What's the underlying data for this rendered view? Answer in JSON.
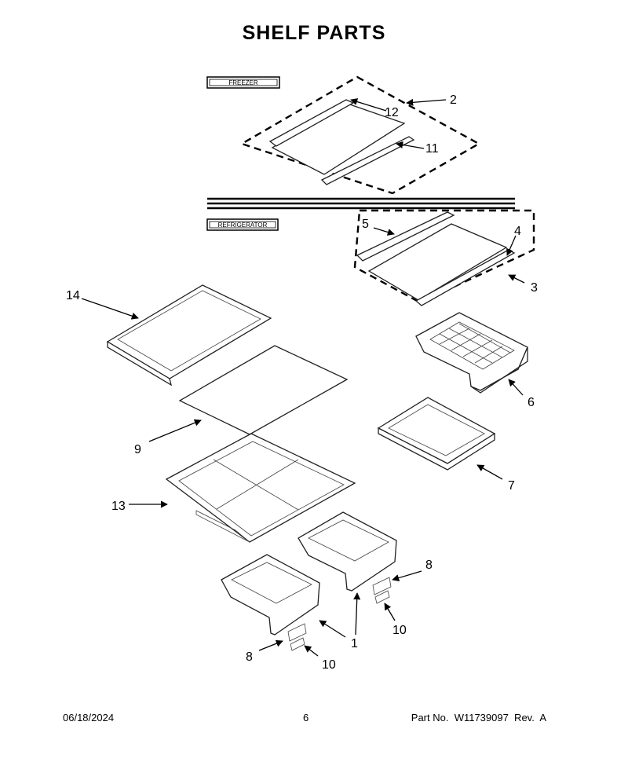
{
  "title": "SHELF PARTS",
  "sections": {
    "freezer": "FREEZER",
    "refrigerator": "REFRIGERATOR"
  },
  "callouts": {
    "c1": "1",
    "c2": "2",
    "c3": "3",
    "c4": "4",
    "c5": "5",
    "c6": "6",
    "c7": "7",
    "c8a": "8",
    "c8b": "8",
    "c9": "9",
    "c10a": "10",
    "c10b": "10",
    "c11": "11",
    "c12": "12",
    "c13": "13",
    "c14": "14"
  },
  "footer": {
    "date": "06/18/2024",
    "page": "6",
    "part": "Part No.  W11739097  Rev.  A"
  }
}
